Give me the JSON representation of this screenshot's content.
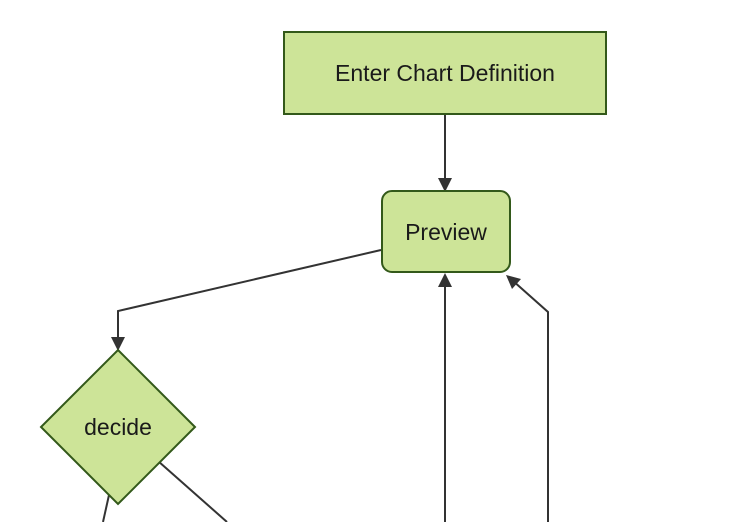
{
  "diagram": {
    "type": "flowchart",
    "background": "#ffffff",
    "nodes": {
      "enter_chart_definition": {
        "label": "Enter Chart Definition",
        "shape": "rectangle"
      },
      "preview": {
        "label": "Preview",
        "shape": "rounded-rectangle"
      },
      "decide": {
        "label": "decide",
        "shape": "diamond"
      }
    },
    "edges": [
      {
        "id": "enter-to-preview",
        "from": "enter_chart_definition",
        "to": "preview",
        "arrowhead": true
      },
      {
        "id": "preview-to-decide",
        "from": "preview",
        "to": "decide",
        "arrowhead": true
      },
      {
        "id": "decide-out-bottom-left",
        "from": "decide",
        "to": "offscreen_bottom",
        "arrowhead": false
      },
      {
        "id": "decide-out-bottom-right",
        "from": "decide",
        "to": "offscreen_bottom",
        "arrowhead": false
      },
      {
        "id": "offscreen-bottom-to-preview",
        "from": "offscreen_bottom",
        "to": "preview",
        "arrowhead": true
      },
      {
        "id": "offscreen-bottom-to-preview-corner",
        "from": "offscreen_bottom",
        "to": "preview",
        "arrowhead": true
      }
    ],
    "colors": {
      "node_fill": "#cde498",
      "node_border": "#33591a",
      "edge": "#333333",
      "text": "#1a1a1a",
      "background": "#ffffff"
    }
  }
}
